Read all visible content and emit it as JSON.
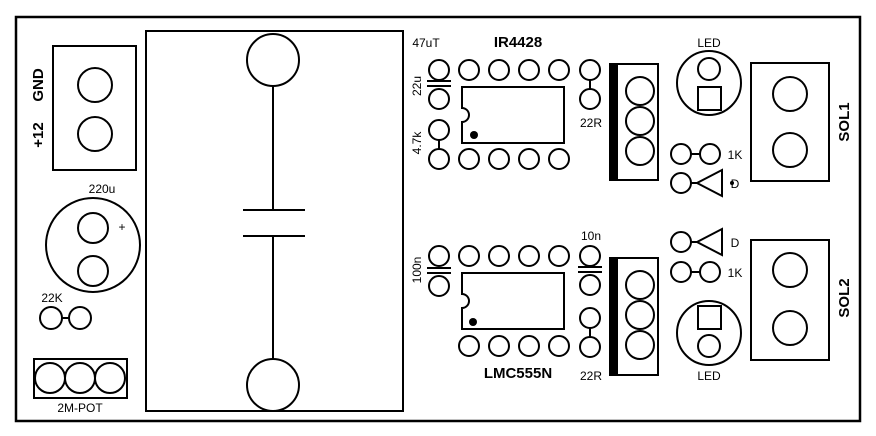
{
  "labels": {
    "gnd": "GND",
    "plus12": "+12",
    "cap_main": "220u",
    "plus_sign": "+",
    "r22k": "22K",
    "pot": "2M-POT",
    "cap_47u": "47uT",
    "ic_top": "IR4428",
    "cap_22u": "22u",
    "res_4k7": "4.7k",
    "res_22r_top": "22R",
    "led_top": "LED",
    "res_1k_top": "1K",
    "diode_top": "D",
    "sol1": "SOL1",
    "cap_10n": "10n",
    "cap_100n": "100n",
    "ic_bottom": "LMC555N",
    "res_22r_bottom": "22R",
    "diode_bottom": "D",
    "res_1k_bottom": "1K",
    "led_bottom": "LED",
    "sol2": "SOL2"
  }
}
